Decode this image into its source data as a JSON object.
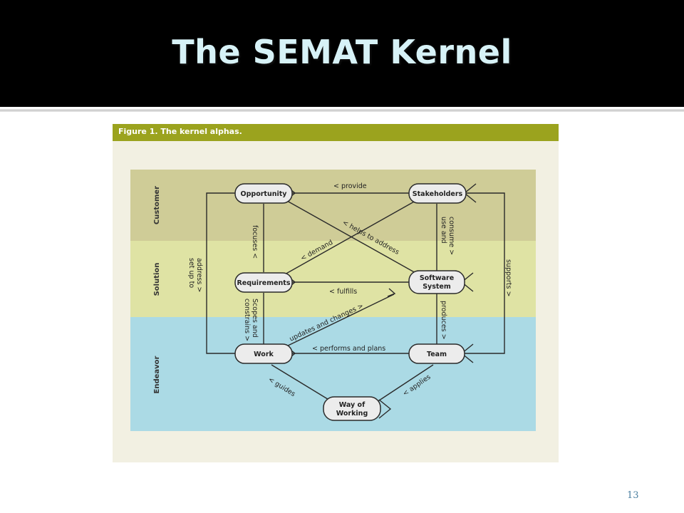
{
  "slide": {
    "title": "The SEMAT Kernel",
    "page_number": "13"
  },
  "figure": {
    "caption": "Figure 1. The kernel alphas.",
    "areas": {
      "customer": "Customer",
      "solution": "Solution",
      "endeavor": "Endeavor"
    },
    "alphas": {
      "opportunity": "Opportunity",
      "stakeholders": "Stakeholders",
      "requirements": "Requirements",
      "software_system_line1": "Software",
      "software_system_line2": "System",
      "work": "Work",
      "team": "Team",
      "way_of_working_line1": "Way of",
      "way_of_working_line2": "Working"
    },
    "relations": {
      "provide": "< provide",
      "focuses": "focuses <",
      "helps_to_address": "< helps to address",
      "demand": "< demand",
      "use_and_consume_line1": "use and",
      "use_and_consume_line2": "consume >",
      "set_up_to_address_line1": "set up to",
      "set_up_to_address_line2": "address >",
      "supports": "supports >",
      "fulfills": "< fulfills",
      "scopes_and_constrains_line1": "Scopes and",
      "scopes_and_constrains_line2": "constrains >",
      "produces": "produces >",
      "updates_and_changes": "updates and changes >",
      "performs_and_plans": "< performs and plans",
      "guides": "< guides",
      "applies": "< applies"
    },
    "colors": {
      "caption_bar": "#9ba31e",
      "customer_band": "#cfcc97",
      "solution_band": "#dfe3a4",
      "endeavor_band": "#abdae5",
      "alpha_fill": "#ececec",
      "line": "#2a2a2a"
    }
  }
}
